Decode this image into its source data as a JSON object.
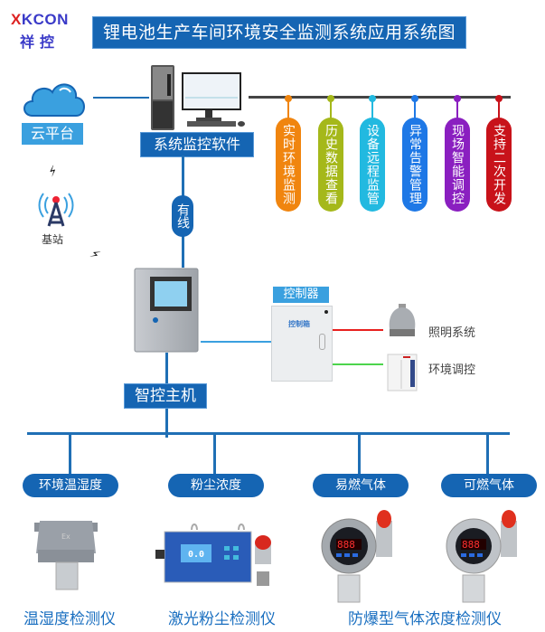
{
  "logo": {
    "brand_mark": "X",
    "brand_rest": "KCON",
    "brand_cn": "祥控"
  },
  "title": "锂电池生产车间环境安全监测系统应用系统图",
  "cloud": {
    "label": "云平台",
    "icon": "cloud-icon"
  },
  "base_station": {
    "label": "基站",
    "icon": "antenna-tower-icon"
  },
  "software": {
    "label": "系统监控软件",
    "icon": "desktop-computer-icon"
  },
  "wired_label": "有线",
  "features": [
    {
      "label": "实时环境监测",
      "color": "#f0850f"
    },
    {
      "label": "历史数据查看",
      "color": "#a5b81a"
    },
    {
      "label": "设备远程监管",
      "color": "#22b9e0"
    },
    {
      "label": "异常告警管理",
      "color": "#1e78e6"
    },
    {
      "label": "现场智能调控",
      "color": "#8a1fc0"
    },
    {
      "label": "支持二次开发",
      "color": "#c8121a"
    }
  ],
  "host": {
    "label": "智控主机",
    "icon": "control-host-icon"
  },
  "controller": {
    "label": "控制器",
    "box_text": "控制箱",
    "icon": "control-cabinet-icon"
  },
  "outputs": [
    {
      "label": "照明系统",
      "line_color": "#e8201e",
      "icon": "explosion-proof-lamp-icon"
    },
    {
      "label": "环境调控",
      "line_color": "#4cd44c",
      "icon": "air-conditioner-unit-icon"
    }
  ],
  "sensor_categories": [
    {
      "label": "环境温湿度"
    },
    {
      "label": "粉尘浓度"
    },
    {
      "label": "易燃气体"
    },
    {
      "label": "可燃气体"
    }
  ],
  "devices": [
    {
      "caption": "温湿度检测仪",
      "icon": "temp-humidity-detector-icon"
    },
    {
      "caption": "激光粉尘检测仪",
      "icon": "laser-dust-detector-icon",
      "display_value": "0.0"
    },
    {
      "caption": "防爆型气体浓度检测仪",
      "icon": "gas-detector-icon",
      "display_value": "888"
    }
  ],
  "colors": {
    "primary": "#1565b3",
    "light_blue": "#3aa0df",
    "line": "#1f6fb5"
  }
}
